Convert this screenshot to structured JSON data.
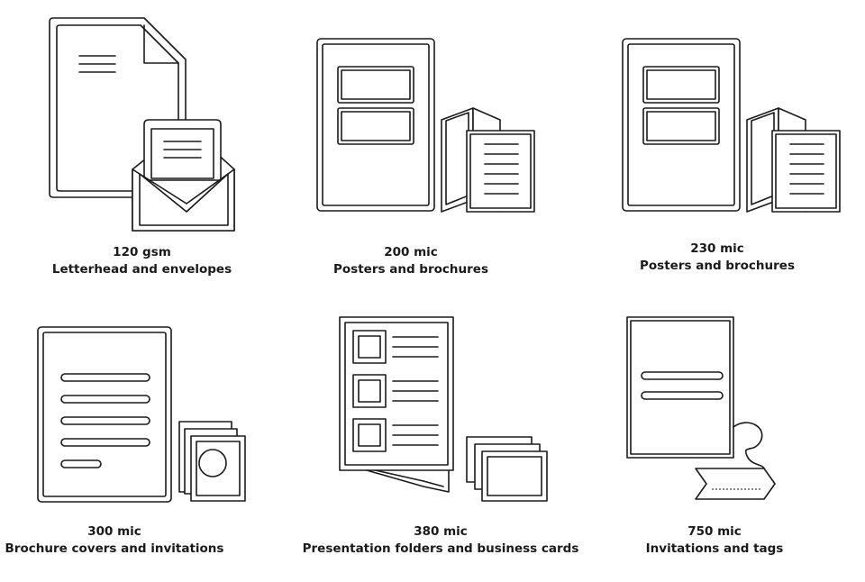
{
  "items": [
    {
      "weight": "120 gsm",
      "use": "Letterhead and envelopes",
      "icon": "letterhead-envelope-icon"
    },
    {
      "weight": "200 mic",
      "use": "Posters and brochures",
      "icon": "poster-brochure-icon"
    },
    {
      "weight": "230 mic",
      "use": "Posters and brochures",
      "icon": "poster-brochure-icon"
    },
    {
      "weight": "300 mic",
      "use": "Brochure covers and invitations",
      "icon": "cover-invitation-icon"
    },
    {
      "weight": "380 mic",
      "use": "Presentation folders and business cards",
      "icon": "folder-business-card-icon"
    },
    {
      "weight": "750 mic",
      "use": "Invitations and tags",
      "icon": "invitation-tag-icon"
    }
  ]
}
